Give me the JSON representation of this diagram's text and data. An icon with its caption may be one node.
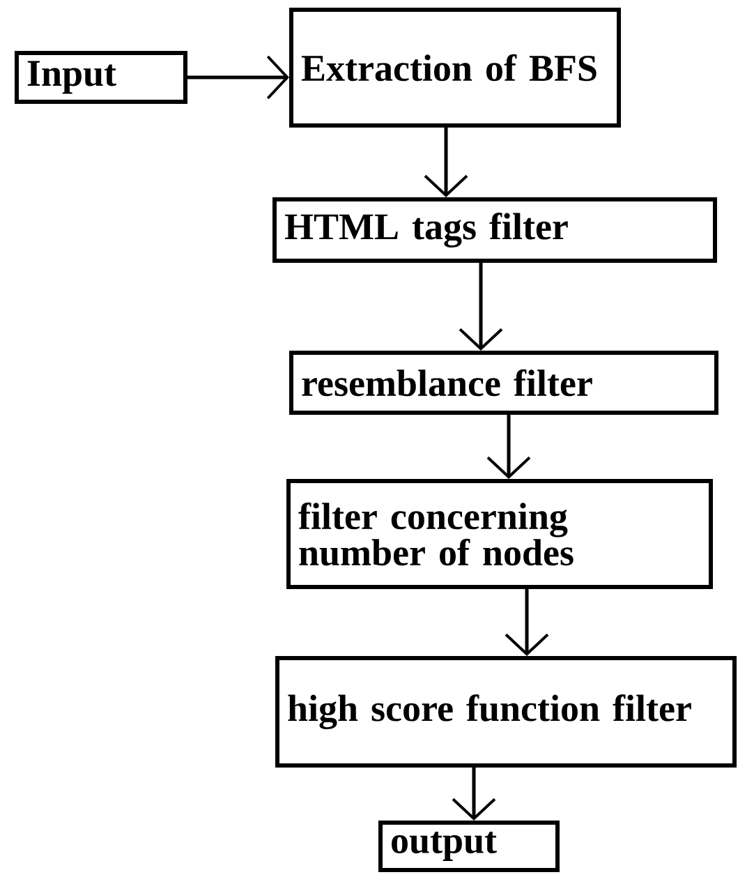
{
  "diagram": {
    "nodes": [
      {
        "text": [
          "Input"
        ]
      },
      {
        "text": [
          "Extraction of BFS"
        ]
      },
      {
        "text": [
          "HTML tags filter"
        ]
      },
      {
        "text": [
          "resemblance filter"
        ]
      },
      {
        "text": [
          "filter concerning number of nodes"
        ]
      },
      {
        "text": [
          "high score function filter"
        ]
      },
      {
        "text": [
          "output"
        ]
      }
    ],
    "edges": [
      {
        "from": 0,
        "to": 1,
        "arrow": "to"
      },
      {
        "from": 1,
        "to": 2,
        "arrow": "to"
      },
      {
        "from": 2,
        "to": 3,
        "arrow": "to"
      },
      {
        "from": 3,
        "to": 4,
        "arrow": "to"
      },
      {
        "from": 4,
        "to": 5,
        "arrow": "to"
      },
      {
        "from": 5,
        "to": 6,
        "arrow": "to"
      }
    ]
  }
}
